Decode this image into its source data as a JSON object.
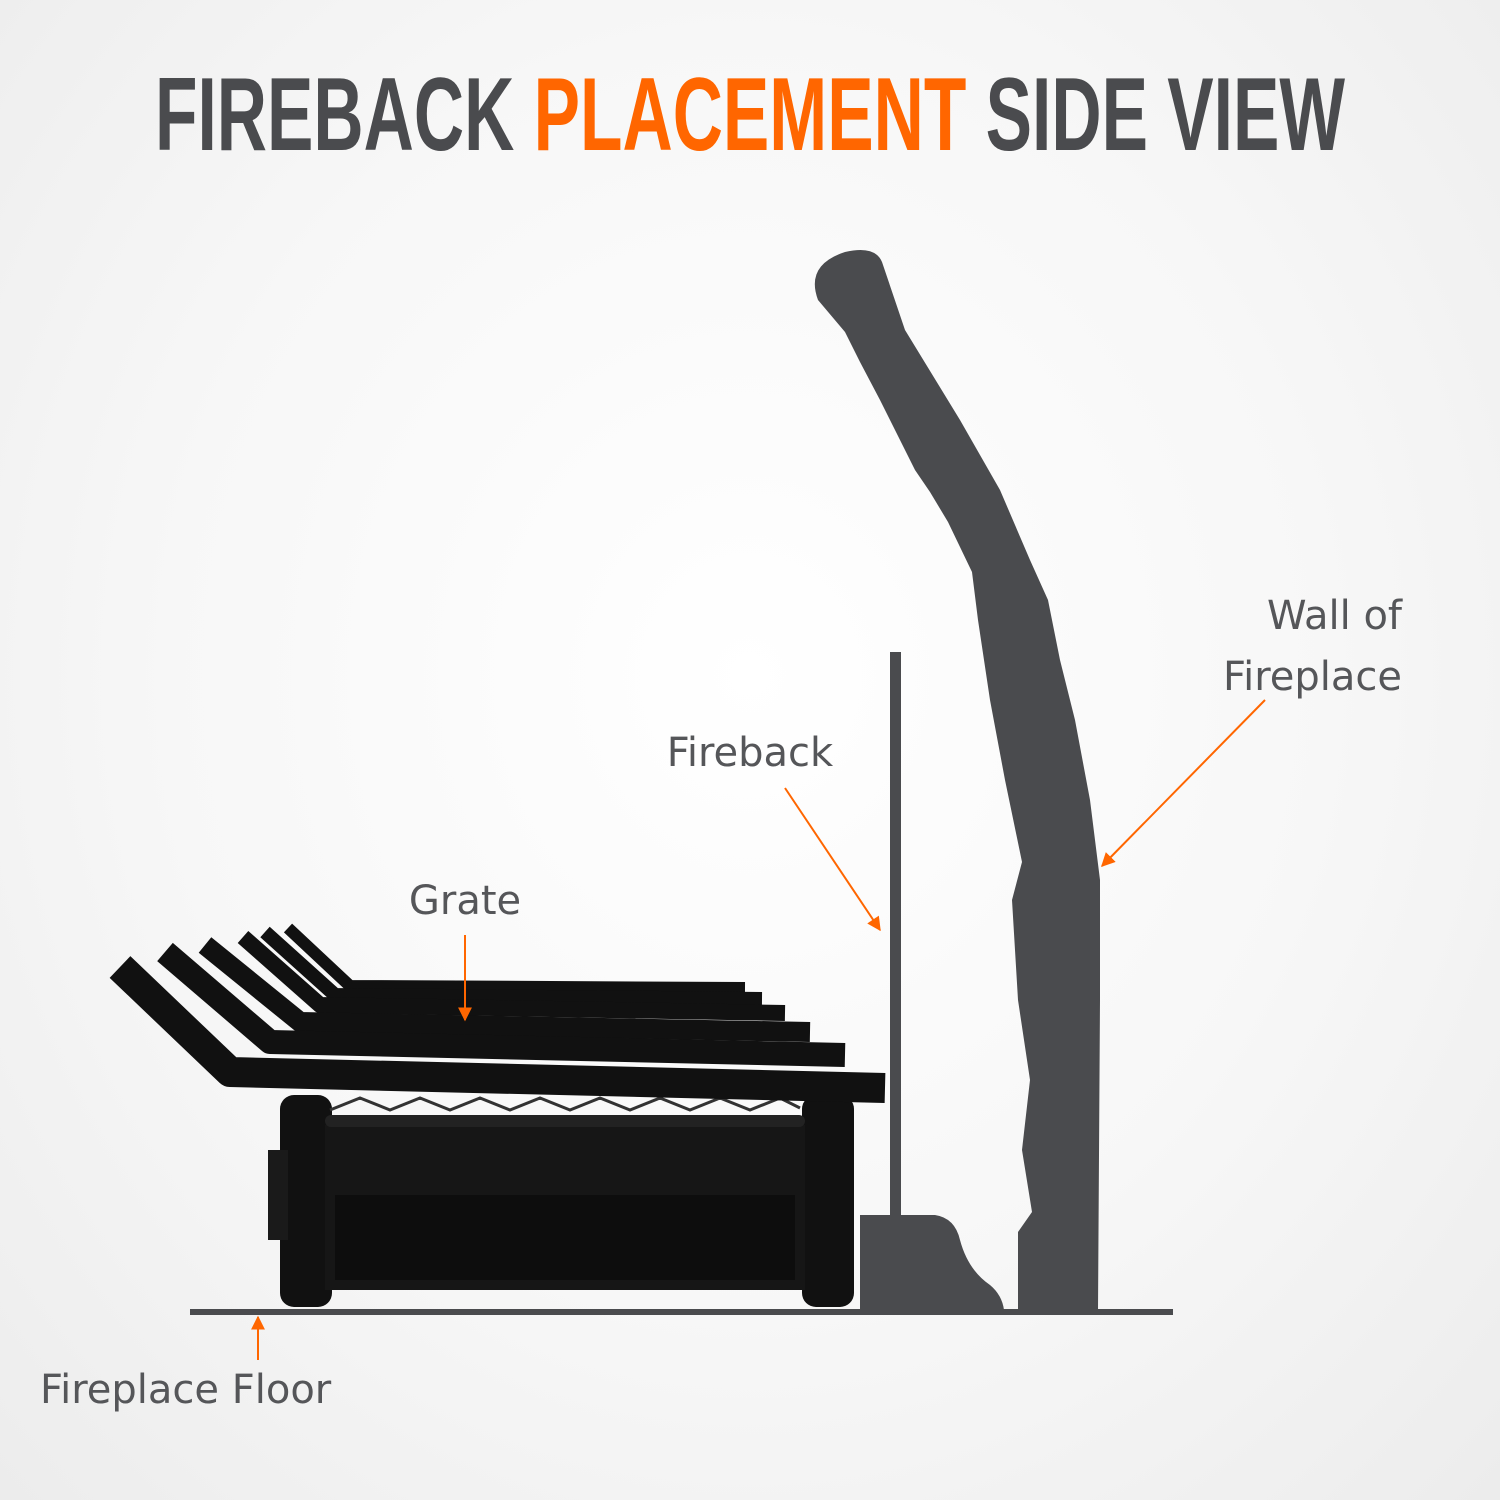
{
  "title": {
    "part1": "FIREBACK",
    "part2": "PLACEMENT",
    "part3": "SIDE VIEW"
  },
  "labels": {
    "grate": "Grate",
    "fireback": "Fireback",
    "wall_line1": "Wall of",
    "wall_line2": "Fireplace",
    "floor": "Fireplace Floor"
  },
  "colors": {
    "dark": "#4a4b4e",
    "accent": "#ff6600",
    "grate": "#111111"
  }
}
